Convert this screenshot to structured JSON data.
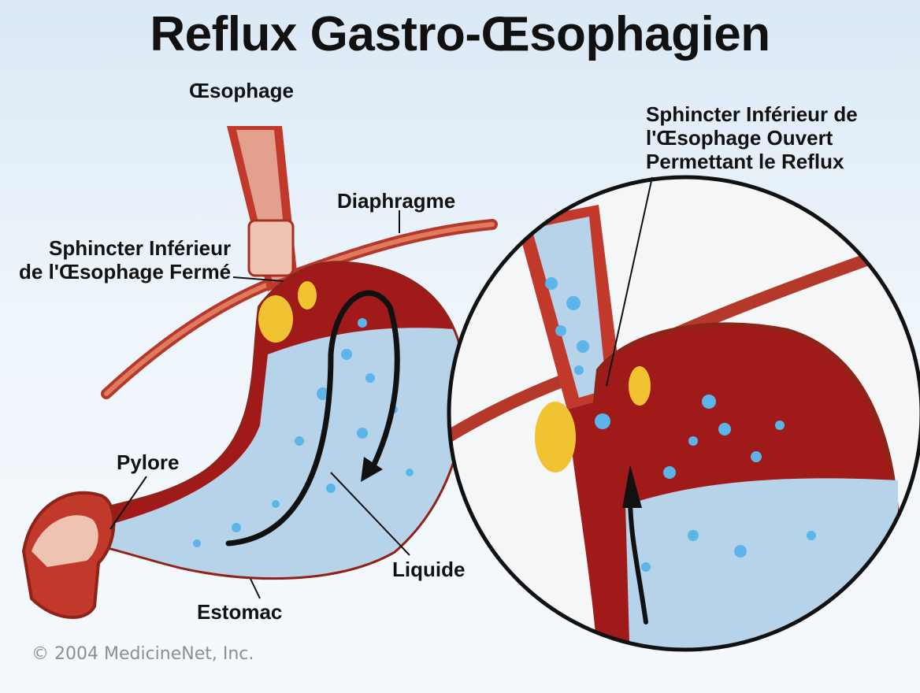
{
  "title": "Reflux Gastro-Œsophagien",
  "labels": {
    "esophagus": "Œsophage",
    "diaphragm": "Diaphragme",
    "closed_sphincter": "Sphincter Inférieur\nde l'Œsophage Fermé",
    "open_sphincter": "Sphincter Inférieur de\nl'Œsophage Ouvert\nPermettant le Reflux",
    "pylorus": "Pylore",
    "liquid": "Liquide",
    "stomach": "Estomac"
  },
  "copyright": "© 2004 MedicineNet, Inc.",
  "colors": {
    "muscle": "#c0392b",
    "lumen": "#a11a1a",
    "fluid": "#b7d3ea",
    "bubble": "#5bb5e8",
    "fat": "#f1c232",
    "line": "#111111"
  }
}
